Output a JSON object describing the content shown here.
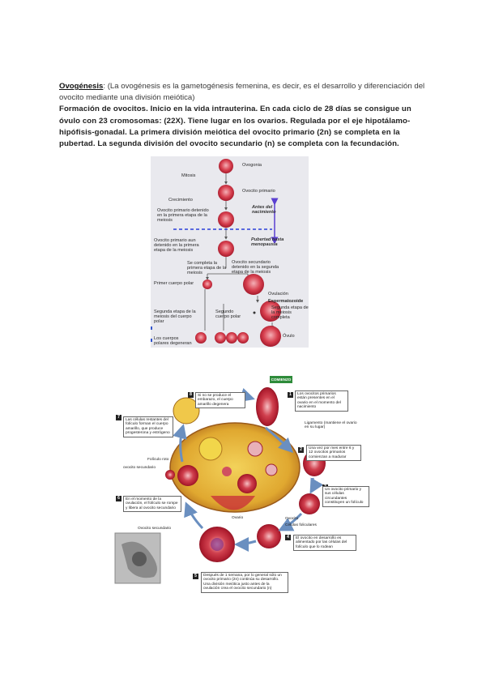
{
  "intro": {
    "title_word": "Ovogénesis",
    "title_rest": ": (La ovogénesis es la gametogénesis femenina, es decir, es el desarrollo y diferenciación del ovocito mediante una división meiótica)",
    "paragraph": "Formación de ovocitos. Inicio en la vida intrauterina. En cada ciclo de 28 días se consigue un óvulo con 23 cromosomas: (22X). Tiene lugar en los ovarios. Regulada por el eje hipotálamo-hipófisis-gonadal. La primera división meiótica del ovocito primario (2n) se completa en la pubertad. La segunda división del ovocito secundario (n) se completa con la fecundación."
  },
  "figure1": {
    "colors": {
      "background": "#e9e9ee",
      "cell": "#c8243a",
      "cell_light": "#f2a0a8",
      "arrow": "#5a3fd0",
      "dashed": "#2b3fd9",
      "blue_mark": "#3355cc"
    },
    "labels": {
      "oogonia": "Ovogonia",
      "mitosis": "Mitosis",
      "primary_oocyte": "Ovocito primario",
      "growth": "Crecimiento",
      "arrested_primary": "Ovocito primario detenido en la primera etapa de la meiosis",
      "before_birth": "Antes del nacimiento",
      "primary_at_puberty": "Ovocito primario aun detenido en la primera etapa de la meiosis",
      "puberty_menopause": "Pubertad hasta menopausia",
      "first_stage_complete": "Se completa la primera etapa de la meiosis",
      "secondary_oocyte": "Ovocito secundario detenido en la segunda etapa de la meiosis",
      "first_polar_body": "Primer cuerpo polar",
      "ovulation": "Ovulación",
      "sperm": "Espermatozoide",
      "second_stage_complete": "Segunda etapa de la meiosis completa",
      "polar_second_stage": "Segunda etapa de la meiosis del cuerpo polar",
      "second_polar_body": "Segundo cuerpo polar",
      "ovum": "Óvulo",
      "polar_bodies_degenerate": "Los cuerpos polares degeneran"
    }
  },
  "figure2": {
    "colors": {
      "start_badge": "#2e8b3a",
      "ovary_fill": "#e2b23a",
      "ovary_edge": "#9a5a1a",
      "cell": "#c8243a",
      "arrow": "#6a8fc0"
    },
    "start": "COMIENZO",
    "steps": [
      {
        "n": "1",
        "text": "Los ovocitos primarios están presentes en el ovario en el momento del nacimiento"
      },
      {
        "n": "2",
        "text": "Una vez por mes entre 6 y 12 ovocitos primarios comienzan a madurar"
      },
      {
        "n": "3",
        "text": "Un ovocito primario y sus células circundantes constituyen un folículo"
      },
      {
        "n": "4",
        "text": "El ovocito en desarrollo es alimentado por las células del folículo que lo rodean"
      },
      {
        "n": "5",
        "text": "Después de 1 semana, por lo general sólo un ovocito primario (2n) continúa su desarrollo. Una división meiótica justo antes de la ovulación crea el ovocito secundario (n)"
      },
      {
        "n": "6",
        "text": "En el momento de la ovulación, el folículo se rompe y libera al ovocito secundario"
      },
      {
        "n": "7",
        "text": "Las células restantes del folículo forman el cuerpo amarillo, que produce progesterona y estrógeno"
      },
      {
        "n": "8",
        "text": "Si no se produce el embarazo, el cuerpo amarillo degenera"
      }
    ],
    "labels": {
      "ligament": "Ligamento (mantiene el ovario en su lugar)",
      "ruptured_follicle": "Folículo roto",
      "secondary_oocyte": "ovocito secundario",
      "ovary": "Ovario",
      "oocyte": "Ovocito",
      "follicular_cells": "Células foliculares",
      "micrograph_label": "Ovocito secundario"
    }
  }
}
